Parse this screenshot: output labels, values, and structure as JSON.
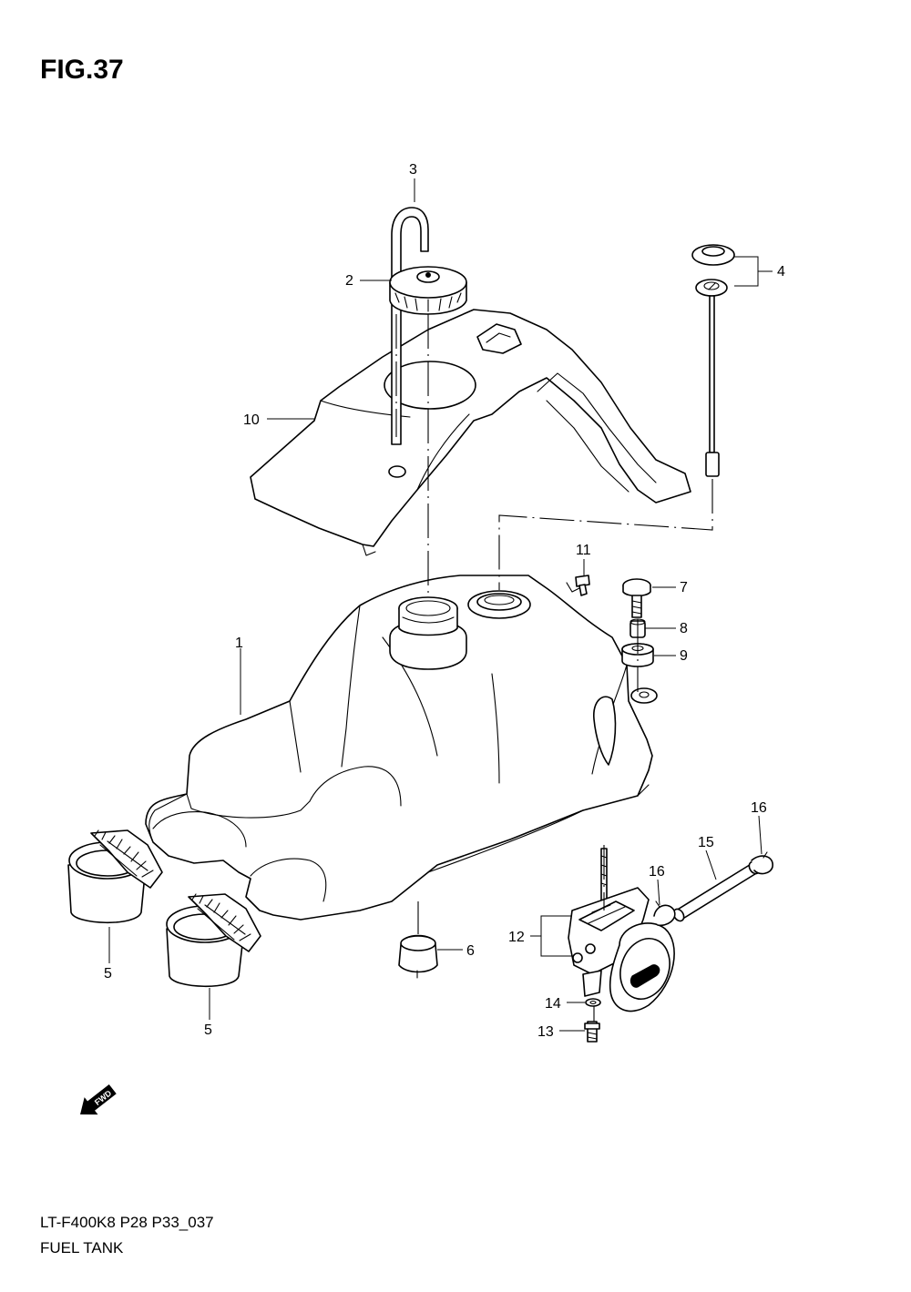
{
  "figure": {
    "title": "FIG.37",
    "model_code": "LT-F400K8 P28 P33_037",
    "caption": "FUEL TANK"
  },
  "forward_indicator": {
    "label": "FWD",
    "icon": "forward-arrow-icon"
  },
  "callouts": {
    "p1": "1",
    "p2": "2",
    "p3": "3",
    "p4": "4",
    "p5a": "5",
    "p5b": "5",
    "p6": "6",
    "p7": "7",
    "p8": "8",
    "p9": "9",
    "p10": "10",
    "p11": "11",
    "p12": "12",
    "p13": "13",
    "p14": "14",
    "p15": "15",
    "p16a": "16",
    "p16b": "16"
  }
}
